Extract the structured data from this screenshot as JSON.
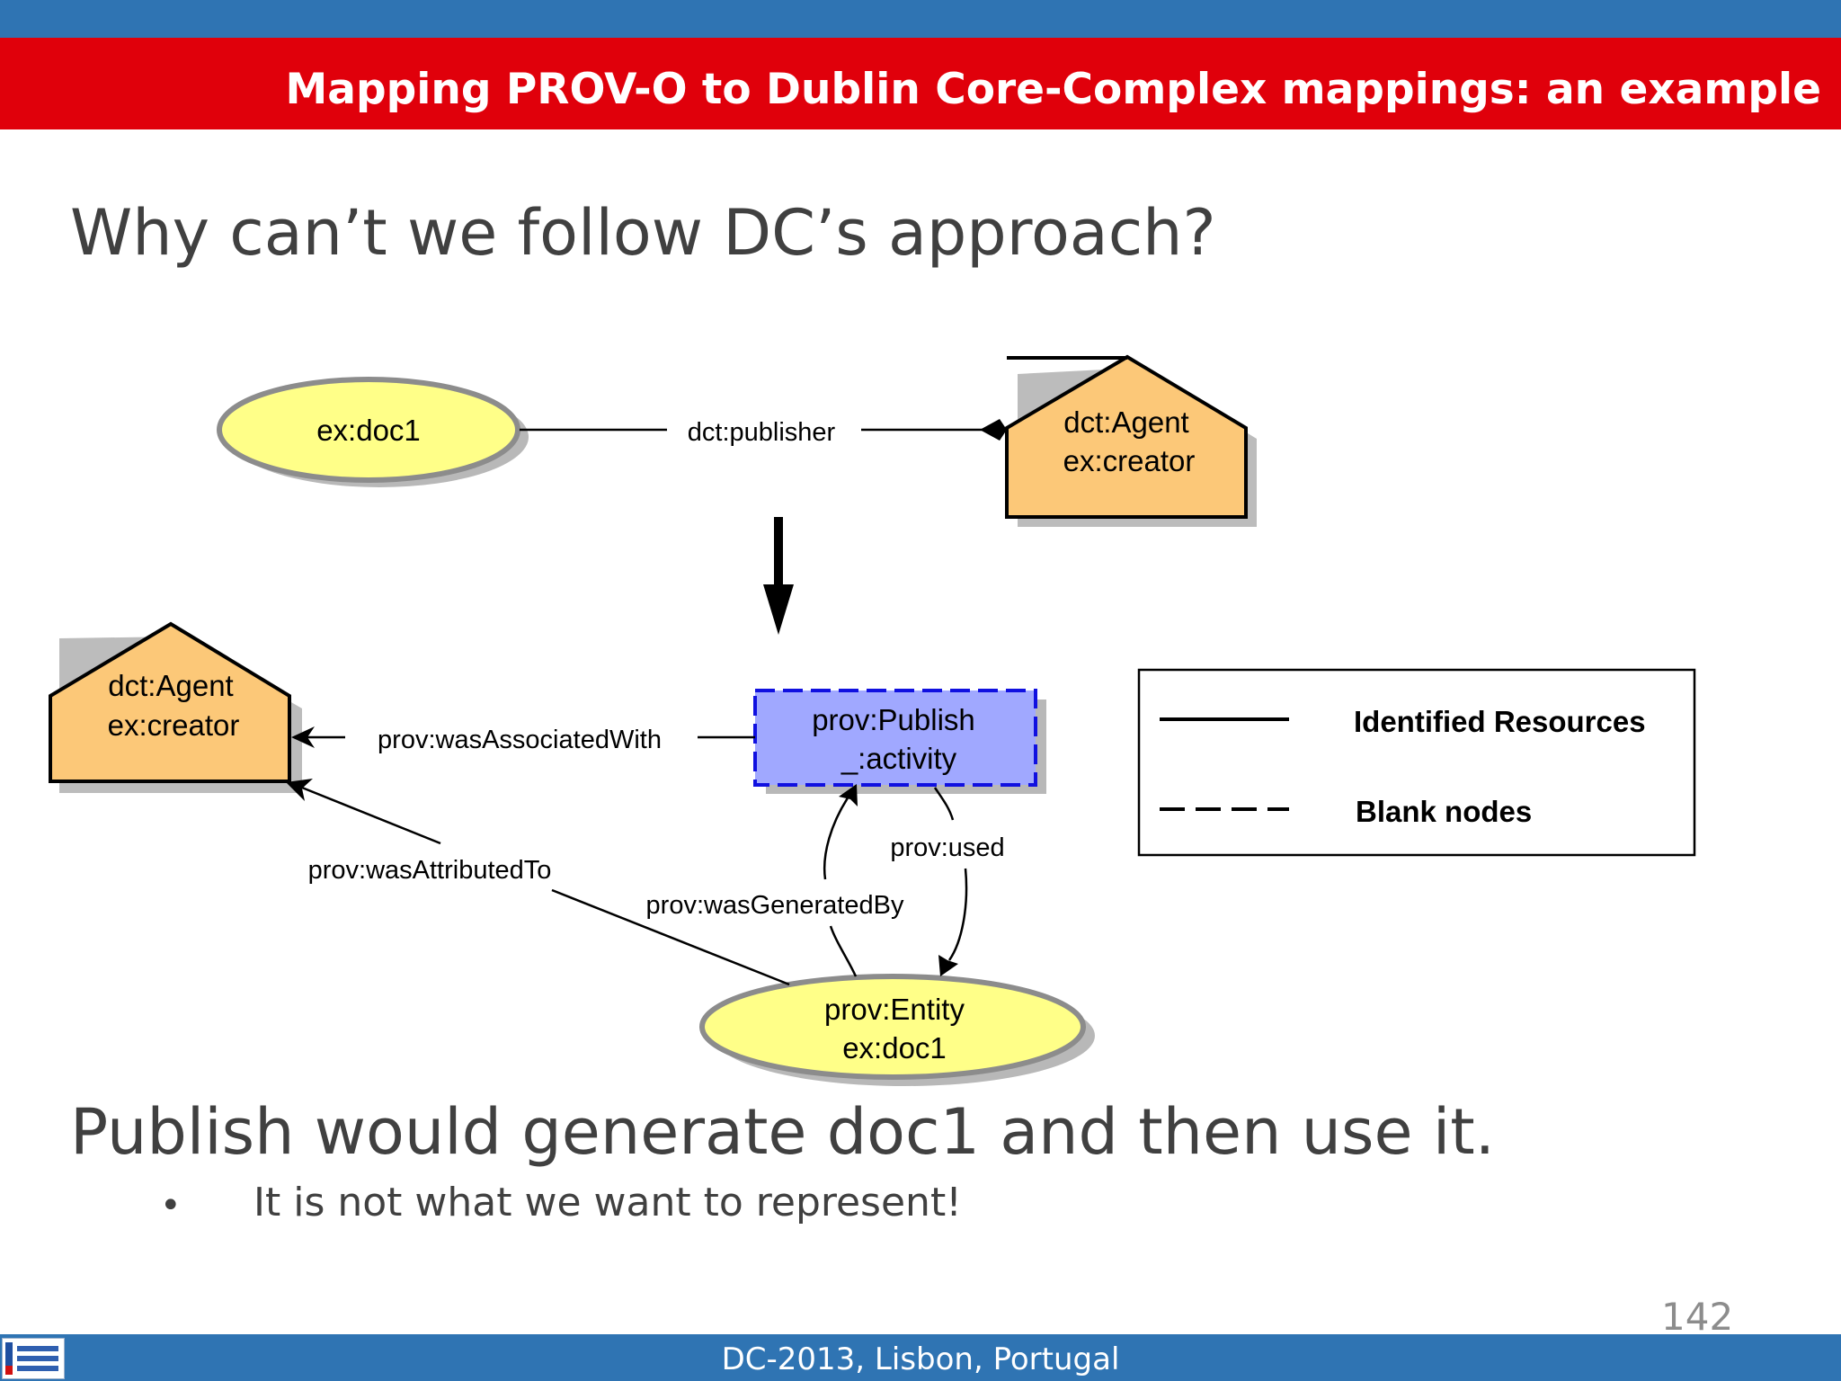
{
  "slide": {
    "title": "Mapping PROV-O to Dublin Core-Complex mappings: an example",
    "question": "Why can’t we follow DC’s approach?",
    "statement": "Publish would generate doc1 and then use it.",
    "bullet": "It is not what we want to represent!",
    "page_number": "142",
    "footer": "DC-2013, Lisbon, Portugal"
  },
  "diagram": {
    "top": {
      "doc": "ex:doc1",
      "publisher_edge": "dct:publisher",
      "agent_line1": "dct:Agent",
      "agent_line2": "ex:creator"
    },
    "bottom": {
      "agent_line1": "dct:Agent",
      "agent_line2": "ex:creator",
      "activity_line1": "prov:Publish",
      "activity_line2": "_:activity",
      "entity_line1": "prov:Entity",
      "entity_line2": "ex:doc1",
      "associated_edge": "prov:wasAssociatedWith",
      "attributed_edge": "prov:wasAttributedTo",
      "generated_edge": "prov:wasGeneratedBy",
      "used_edge": "prov:used"
    },
    "legend": {
      "identified": "Identified Resources",
      "blank": "Blank nodes"
    },
    "colors": {
      "ellipse_fill": "#ffff88",
      "agent_fill": "#fcc878",
      "blank_fill": "#a0a8ff",
      "blank_stroke": "#1010e0",
      "header_red": "#e0000b",
      "header_blue": "#2f74b3"
    }
  }
}
